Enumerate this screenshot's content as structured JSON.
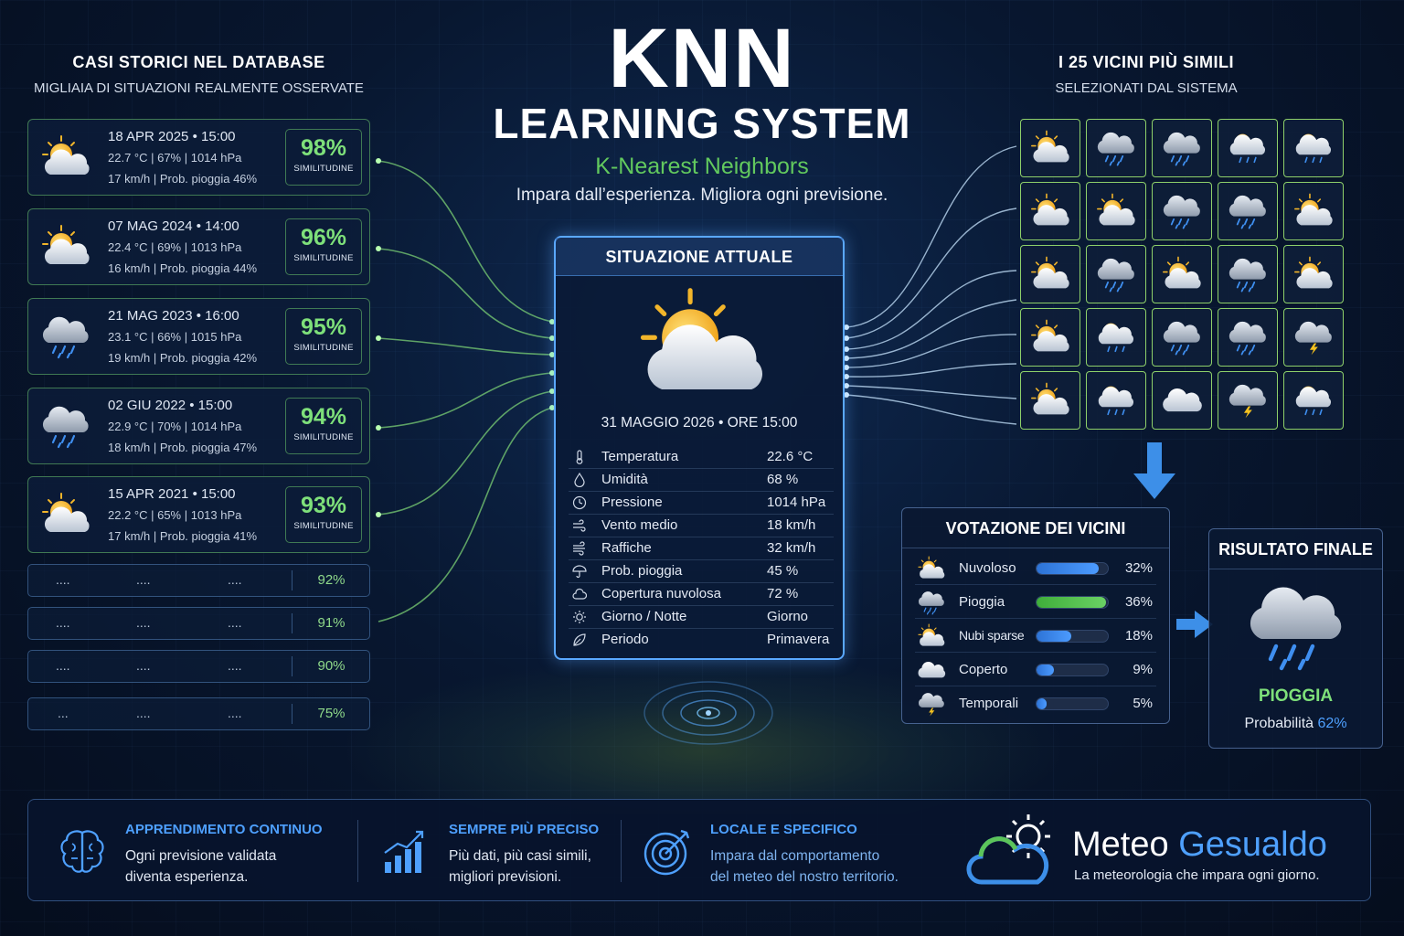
{
  "header": {
    "title": "KNN",
    "subtitle": "LEARNING SYSTEM",
    "knn_full": "K-Nearest Neighbors",
    "tagline": "Impara dall’esperienza. Migliora ogni previsione."
  },
  "left_panel": {
    "title": "CASI STORICI NEL DATABASE",
    "subtitle": "MIGLIAIA DI SITUAZIONI REALMENTE OSSERVATE",
    "similarity_label": "SIMILITUDINE",
    "cases": [
      {
        "date": "18 APR 2025  •  15:00",
        "line2": "22.7 °C  |  67%  |  1014 hPa",
        "line3": "17 km/h  |  Prob. pioggia 46%",
        "similarity": "98%",
        "icon": "partly-cloudy-sun-icon"
      },
      {
        "date": "07 MAG 2024  •  14:00",
        "line2": "22.4 °C  |  69%  |  1013 hPa",
        "line3": "16 km/h  |  Prob. pioggia 44%",
        "similarity": "96%",
        "icon": "partly-cloudy-sun-icon"
      },
      {
        "date": "21 MAG 2023  •  16:00",
        "line2": "23.1 °C  |  66%  |  1015 hPa",
        "line3": "19 km/h  |  Prob. pioggia 42%",
        "similarity": "95%",
        "icon": "rain-cloud-icon"
      },
      {
        "date": "02 GIU 2022  •  15:00",
        "line2": "22.9 °C  |  70%  |  1014 hPa",
        "line3": "18 km/h  |  Prob. pioggia 47%",
        "similarity": "94%",
        "icon": "rain-cloud-icon"
      },
      {
        "date": "15 APR 2021  •  15:00",
        "line2": "22.2 °C  |  65%  |  1013 hPa",
        "line3": "17 km/h  |  Prob. pioggia 41%",
        "similarity": "93%",
        "icon": "partly-cloudy-sun-icon"
      }
    ],
    "more_rows": [
      {
        "c1": "....",
        "c2": "....",
        "c3": "....",
        "pct": "92%"
      },
      {
        "c1": "....",
        "c2": "....",
        "c3": "....",
        "pct": "91%"
      },
      {
        "c1": "....",
        "c2": "....",
        "c3": "....",
        "pct": "90%"
      },
      {
        "c1": "...",
        "c2": "....",
        "c3": "....",
        "pct": "75%"
      }
    ]
  },
  "current": {
    "title": "SITUAZIONE ATTUALE",
    "datetime": "31 MAGGIO 2026  •  ORE 15:00",
    "icon": "partly-cloudy-sun-icon",
    "params": [
      {
        "label": "Temperatura",
        "value": "22.6 °C",
        "icon": "thermometer-icon"
      },
      {
        "label": "Umidità",
        "value": "68 %",
        "icon": "droplet-icon"
      },
      {
        "label": "Pressione",
        "value": "1014 hPa",
        "icon": "gauge-icon"
      },
      {
        "label": "Vento medio",
        "value": "18 km/h",
        "icon": "wind-icon"
      },
      {
        "label": "Raffiche",
        "value": "32 km/h",
        "icon": "gust-icon"
      },
      {
        "label": "Prob. pioggia",
        "value": "45 %",
        "icon": "umbrella-icon"
      },
      {
        "label": "Copertura nuvolosa",
        "value": "72 %",
        "icon": "cloud-icon"
      },
      {
        "label": "Giorno / Notte",
        "value": "Giorno",
        "icon": "sun-icon"
      },
      {
        "label": "Periodo",
        "value": "Primavera",
        "icon": "leaf-icon"
      }
    ]
  },
  "neighbors": {
    "title": "I 25 VICINI PIÙ SIMILI",
    "subtitle": "SELEZIONATI DAL SISTEMA",
    "grid": [
      [
        "partly-cloudy-sun-icon",
        "rain-cloud-icon",
        "rain-cloud-icon",
        "rain-sun-icon",
        "rain-sun-icon"
      ],
      [
        "partly-cloudy-sun-icon",
        "partly-cloudy-sun-icon",
        "rain-cloud-icon",
        "rain-cloud-icon",
        "partly-cloudy-sun-icon"
      ],
      [
        "partly-cloudy-sun-icon",
        "rain-cloud-icon",
        "partly-cloudy-sun-icon",
        "rain-cloud-icon",
        "partly-cloudy-sun-icon"
      ],
      [
        "partly-cloudy-sun-icon",
        "rain-sun-icon",
        "rain-cloud-icon",
        "rain-cloud-icon",
        "thunder-cloud-icon"
      ],
      [
        "partly-cloudy-sun-icon",
        "rain-sun-icon",
        "cloud-icon",
        "thunder-cloud-icon",
        "rain-sun-icon"
      ]
    ]
  },
  "voting": {
    "title": "VOTAZIONE DEI VICINI",
    "rows": [
      {
        "label": "Nuvoloso",
        "pct": "32%",
        "value": 32,
        "icon": "partly-cloudy-sun-icon",
        "highlight": false
      },
      {
        "label": "Pioggia",
        "pct": "36%",
        "value": 36,
        "icon": "rain-cloud-icon",
        "highlight": true
      },
      {
        "label": "Nubi sparse",
        "pct": "18%",
        "value": 18,
        "icon": "partly-cloudy-sun-icon",
        "highlight": false
      },
      {
        "label": "Coperto",
        "pct": "9%",
        "value": 9,
        "icon": "cloud-icon",
        "highlight": false
      },
      {
        "label": "Temporali",
        "pct": "5%",
        "value": 5,
        "icon": "thunder-cloud-icon",
        "highlight": false
      }
    ]
  },
  "final": {
    "title": "RISULTATO FINALE",
    "result": "PIOGGIA",
    "prob_label": "Probabilità",
    "prob_value": "62%",
    "icon": "rain-cloud-icon"
  },
  "footer": {
    "features": [
      {
        "title": "APPRENDIMENTO CONTINUO",
        "line1": "Ogni previsione validata",
        "line2": "diventa esperienza.",
        "icon": "brain-icon"
      },
      {
        "title": "SEMPRE PIÙ PRECISO",
        "line1": "Più dati, più casi simili,",
        "line2": "migliori previsioni.",
        "icon": "growth-chart-icon"
      },
      {
        "title": "LOCALE E SPECIFICO",
        "line1": "Impara dal comportamento",
        "line2": "del meteo del nostro territorio.",
        "icon": "target-icon"
      }
    ],
    "brand_name_1": "Meteo",
    "brand_name_2": "Gesualdo",
    "brand_tagline": "La meteorologia che impara ogni giorno."
  },
  "colors": {
    "accent_green": "#7ee07a",
    "accent_blue": "#4ea0ff",
    "panel_border_blue": "#5aa8ff",
    "grid_border_green": "#8ed06a"
  }
}
